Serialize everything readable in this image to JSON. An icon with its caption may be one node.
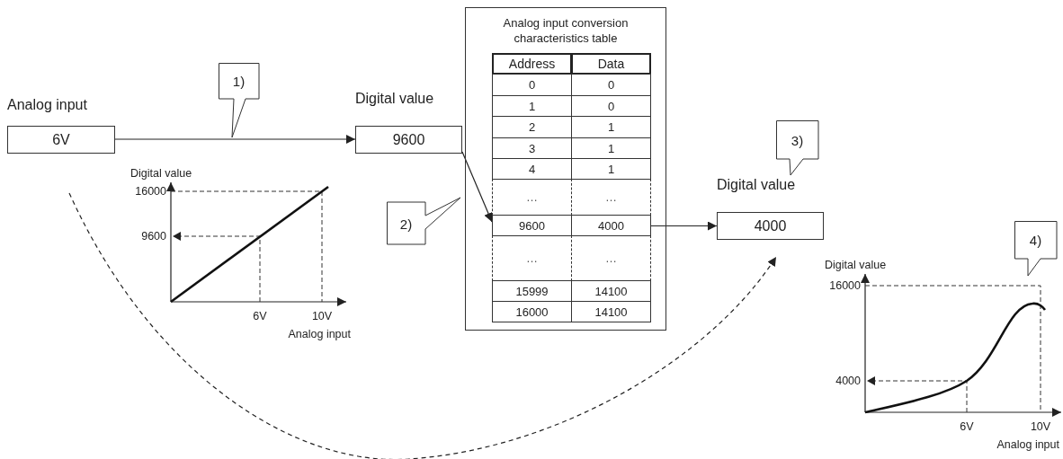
{
  "diagram": {
    "nodes": [
      {
        "text": [
          "Analog input",
          "6V"
        ]
      },
      {
        "text": [
          "Digital value",
          "9600"
        ]
      },
      {
        "text": [
          "Analog input conversion characteristics table"
        ]
      },
      {
        "text": [
          "9600",
          "4000"
        ],
        "in": 2
      },
      {
        "text": [
          "Digital value",
          "4000"
        ]
      },
      {
        "text": [
          "1)"
        ]
      },
      {
        "text": [
          "2)"
        ]
      },
      {
        "text": [
          "3)"
        ]
      },
      {
        "text": [
          "4)"
        ]
      }
    ],
    "edges": [
      {
        "from": 0,
        "to": 1,
        "arrow": "to"
      },
      {
        "from": 1,
        "to": 3,
        "arrow": "to"
      },
      {
        "from": 3,
        "to": 4,
        "arrow": "to"
      },
      {
        "from": null,
        "to": 4,
        "arrow": "to",
        "style": "dashed"
      }
    ],
    "labels": [
      "Address",
      "Data",
      "0",
      "0",
      "1",
      "0",
      "2",
      "1",
      "3",
      "1",
      "4",
      "1",
      "…",
      "…",
      "…",
      "…",
      "15999",
      "14100",
      "16000",
      "14100",
      "Digital value",
      "16000",
      "9600",
      "6V",
      "10V",
      "Analog input",
      "Digital value",
      "16000",
      "4000",
      "6V",
      "10V",
      "Analog input"
    ]
  }
}
